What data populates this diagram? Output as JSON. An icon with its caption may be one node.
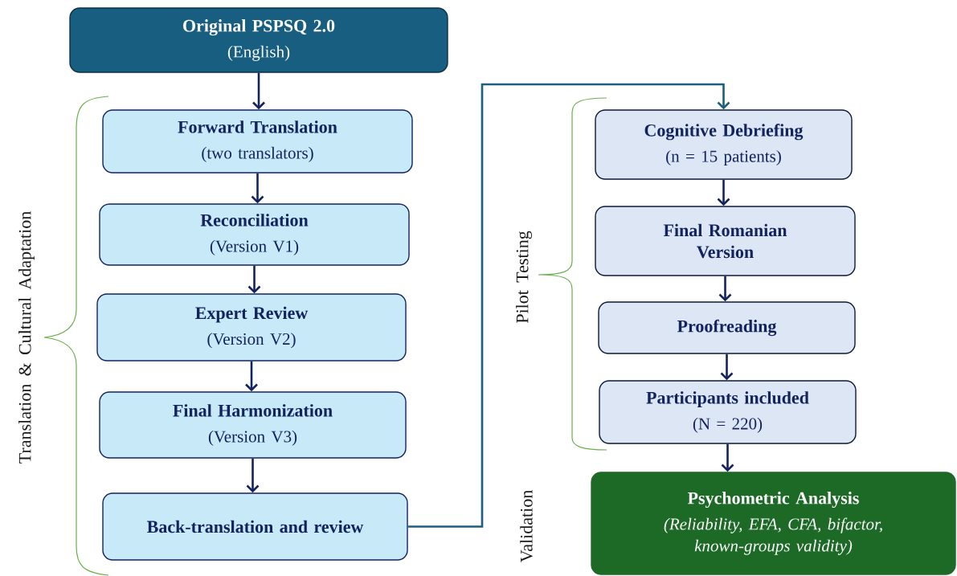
{
  "diagram": {
    "nodes": [
      {
        "text": [
          "Original PSPSQ 2.0",
          "(English)"
        ]
      },
      {
        "text": [
          "Forward Translation",
          "(two translators)"
        ]
      },
      {
        "text": [
          "Reconciliation",
          "(Version V1)"
        ]
      },
      {
        "text": [
          "Expert Review",
          "(Version V2)"
        ]
      },
      {
        "text": [
          "Final Harmonization",
          "(Version V3)"
        ]
      },
      {
        "text": [
          "Back-translation and review"
        ]
      },
      {
        "text": [
          "Cognitive Debriefing",
          "(n = 15 patients)"
        ]
      },
      {
        "text": [
          "Final Romanian Version"
        ]
      },
      {
        "text": [
          "Proofreading"
        ]
      },
      {
        "text": [
          "Participants included",
          "(N = 220)"
        ]
      },
      {
        "text": [
          "Psychometric Analysis",
          "(Reliability, EFA, CFA, bifactor, known-groups validity)"
        ]
      }
    ],
    "edges": [
      {
        "from": 0,
        "to": 1,
        "arrow": "to"
      },
      {
        "from": 1,
        "to": 2,
        "arrow": "to"
      },
      {
        "from": 2,
        "to": 3,
        "arrow": "to"
      },
      {
        "from": 3,
        "to": 4,
        "arrow": "to"
      },
      {
        "from": 4,
        "to": 5,
        "arrow": "to"
      },
      {
        "from": 5,
        "to": 6,
        "arrow": "to",
        "color": "#1b5e80"
      },
      {
        "from": 6,
        "to": 7,
        "arrow": "to"
      },
      {
        "from": 7,
        "to": 8,
        "arrow": "to"
      },
      {
        "from": 8,
        "to": 9,
        "arrow": "to"
      },
      {
        "from": 9,
        "to": 10,
        "arrow": "to"
      }
    ],
    "labels": [
      "Translation & Cultural Adaptation",
      "Pilot Testing",
      "Validation"
    ]
  }
}
